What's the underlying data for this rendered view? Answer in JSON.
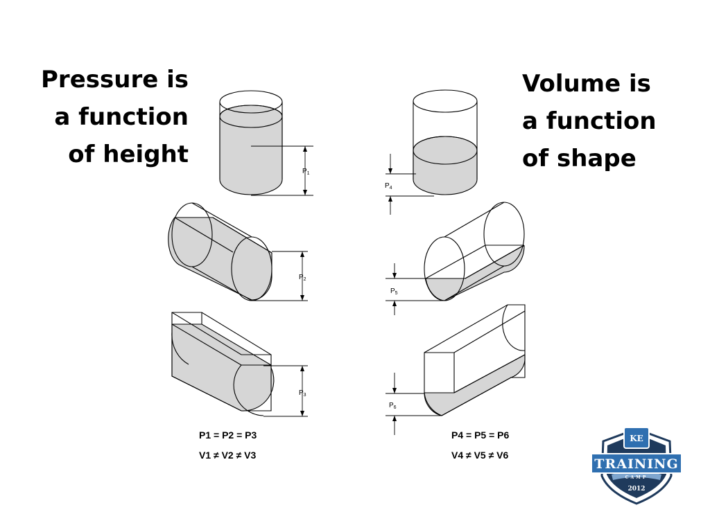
{
  "left_heading": [
    "Pressure is",
    "a function",
    "of height"
  ],
  "right_heading": [
    "Volume is",
    "a function",
    "of shape"
  ],
  "pressure_labels": {
    "p1": {
      "letter": "P",
      "sub": "1"
    },
    "p2": {
      "letter": "P",
      "sub": "2"
    },
    "p3": {
      "letter": "P",
      "sub": "3"
    },
    "p4": {
      "letter": "P",
      "sub": "4"
    },
    "p5": {
      "letter": "P",
      "sub": "5"
    },
    "p6": {
      "letter": "P",
      "sub": "6"
    }
  },
  "equations": {
    "left_pressure": "P1 = P2 = P3",
    "left_volume": "V1 ≠ V2 ≠ V3",
    "right_pressure": "P4 = P5 = P6",
    "right_volume": "V4 ≠ V5 ≠ V6"
  },
  "logo": {
    "badge": "KE",
    "title": "TRAINING",
    "subtitle": "CAMP",
    "year": "2012",
    "colors": {
      "navy": "#1f3a5c",
      "blue": "#2f6fb0",
      "light": "#7fa6cf"
    }
  }
}
